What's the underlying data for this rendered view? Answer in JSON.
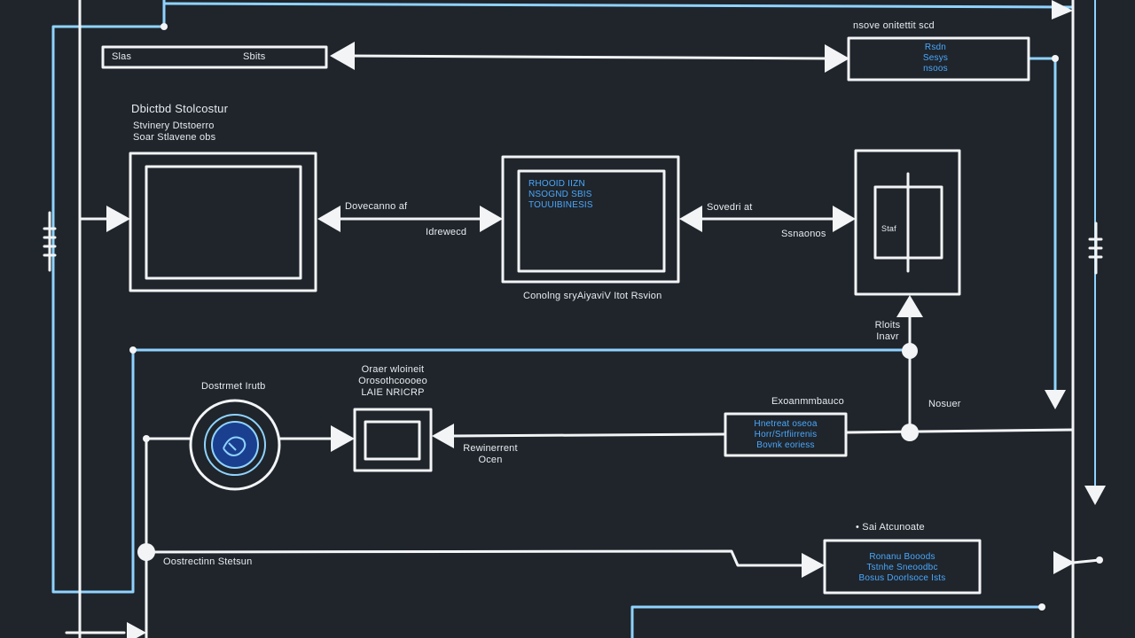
{
  "colors": {
    "background": "#1f252b",
    "line_white": "#f2f4f6",
    "line_blue": "#8fd3ff",
    "text_blue": "#4aa8ff",
    "node_fill": "#1a3f8f"
  },
  "labels": {
    "top_bar_left": "Slas",
    "top_bar_right": "Sbits",
    "top_right_heading": "nsove onitettit scd",
    "top_right_box": [
      "Rsdn",
      "Sesys",
      "nsoos"
    ],
    "left_header": [
      "Dbictbd",
      "Stolcostur"
    ],
    "left_sub": [
      "Stvinery Dtstoerro",
      "Soar Stlavene obs"
    ],
    "between_1_top": "Dovecanno af",
    "between_1_bottom": "Idrewecd",
    "center_box_text": [
      "RHOOID IIZN",
      "NSOGND SBIS",
      "TOUUIBINESIS"
    ],
    "center_caption": "Conolng sryAiyaviV Itot Rsvion",
    "between_2_top": "Sovedri at",
    "between_2_bottom": "Ssnaonos",
    "right_box_text": "Staf",
    "right_vertical": [
      "Rloits",
      "Inavr"
    ],
    "round_node_label": "Dostrmet Irutb",
    "small_box_heading": [
      "Oraer wloineit",
      "Orosothcoooeo",
      "LAIE NRICRP"
    ],
    "small_box_right": [
      "Rewinerrent",
      "Ocen"
    ],
    "mid_right_heading": "Exoanmmbauco",
    "mid_right_box": [
      "Hnetreat oseoa",
      "Horr/Srtfiirrenis",
      "Bovnk eoriess"
    ],
    "far_right": "Nosuer",
    "bottom_left": "Oostrectinn Stetsun",
    "bottom_right_heading": "• Sai Atcunoate",
    "bottom_right_box": [
      "Ronanu Booods",
      "Tstnhe Sneoodbc",
      "Bosus Doorlsoce Ists"
    ]
  }
}
